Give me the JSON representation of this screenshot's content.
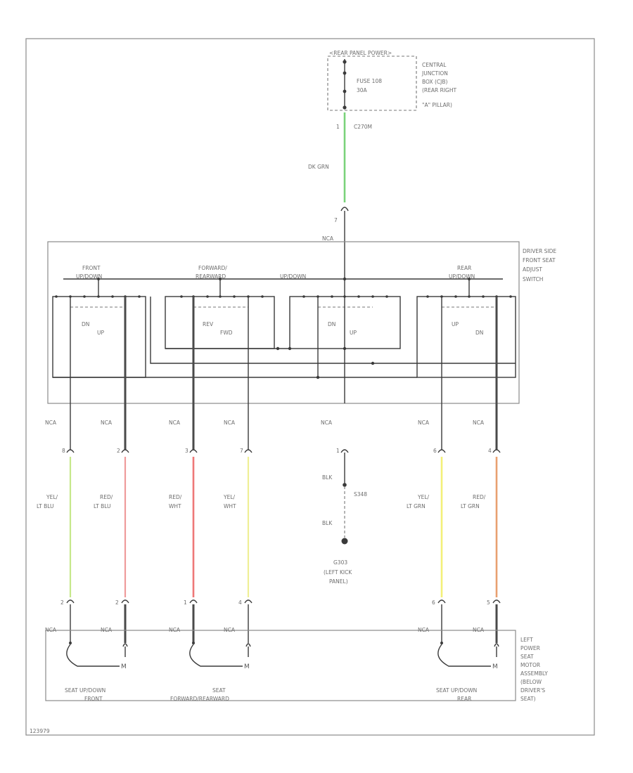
{
  "fuse_panel": {
    "header": "<REAR PANEL POWER>",
    "fuse": "FUSE 108",
    "rating": "30A",
    "location": [
      "CENTRAL",
      "JUNCTION",
      "BOX (CJB)",
      "(REAR RIGHT",
      "\"A\" PILLAR)"
    ],
    "pin": "1",
    "connector": "C270M"
  },
  "feed": {
    "color": "DK GRN",
    "color_hex": "#7ad27a",
    "pin": "7",
    "nca": "NCA"
  },
  "switch": {
    "title": [
      "DRIVER SIDE",
      "FRONT SEAT",
      "ADJUST",
      "SWITCH"
    ],
    "sections": [
      "FRONT",
      "UP/DOWN",
      "FORWARD/",
      "REARWARD",
      "UP/DOWN",
      "REAR",
      "UP/DOWN"
    ],
    "modes": [
      "DN",
      "UP",
      "REV",
      "FWD",
      "DN",
      "UP",
      "UP",
      "DN"
    ]
  },
  "circuits": [
    {
      "nca": "NCA",
      "pin_top": "8",
      "color_a": "YEL/",
      "color_b": "LT BLU",
      "hex": "#c6e88a",
      "pin_bot": "2"
    },
    {
      "nca": "NCA",
      "pin_top": "2",
      "color_a": "RED/",
      "color_b": "LT BLU",
      "hex": "#ee9b9b",
      "pin_bot": "2"
    },
    {
      "nca": "NCA",
      "pin_top": "3",
      "color_a": "RED/",
      "color_b": "WHT",
      "hex": "#ee7878",
      "pin_bot": "1"
    },
    {
      "nca": "NCA",
      "pin_top": "7",
      "color_a": "YEL/",
      "color_b": "WHT",
      "hex": "#efef95",
      "pin_bot": "4"
    },
    {
      "nca": "NCA",
      "pin_top": "6",
      "color_a": "YEL/",
      "color_b": "LT GRN",
      "hex": "#f3f078",
      "pin_bot": "6"
    },
    {
      "nca": "NCA",
      "pin_top": "4",
      "color_a": "RED/",
      "color_b": "LT GRN",
      "hex": "#e8a070",
      "pin_bot": "5"
    }
  ],
  "ground": {
    "nca": "NCA",
    "pin": "1",
    "wire_top": "BLK",
    "splice": "S348",
    "wire_bot": "BLK",
    "ground_id": "G303",
    "location": [
      "(LEFT KICK",
      "PANEL)"
    ]
  },
  "motor_assembly": {
    "title": [
      "LEFT",
      "POWER",
      "SEAT",
      "MOTOR",
      "ASSEMBLY",
      "(BELOW",
      "DRIVER'S",
      "SEAT)"
    ],
    "nca_labels": [
      "NCA",
      "NCA",
      "NCA",
      "NCA",
      "NCA",
      "NCA"
    ],
    "motor_labels": [
      "M",
      "M",
      "M"
    ],
    "groups": [
      [
        "SEAT UP/DOWN",
        "FRONT"
      ],
      [
        "SEAT",
        "FORWARD/REARWARD"
      ],
      [
        "SEAT UP/DOWN",
        "REAR"
      ]
    ]
  },
  "footer": "123979"
}
